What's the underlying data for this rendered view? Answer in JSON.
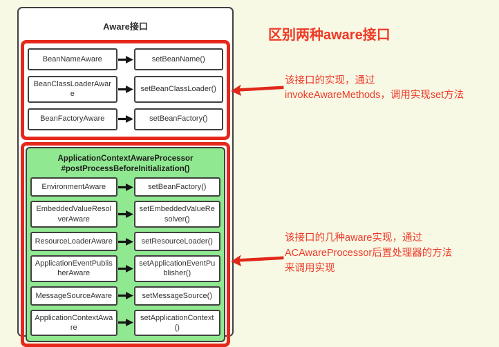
{
  "panel": {
    "title": "Aware接口"
  },
  "invoke_group": {
    "rows": [
      {
        "interface": "BeanNameAware",
        "method": "setBeanName()"
      },
      {
        "interface": "BeanClassLoaderAware",
        "method": "setBeanClassLoader()"
      },
      {
        "interface": "BeanFactoryAware",
        "method": "setBeanFactory()"
      }
    ]
  },
  "processor_group": {
    "title_line1": "ApplicationContextAwareProcessor",
    "title_line2": "#postProcessBeforeInitialization()",
    "rows": [
      {
        "interface": "EnvironmentAware",
        "method": "setBeanFactory()"
      },
      {
        "interface": "EmbeddedValueResolverAware",
        "method": "setEmbeddedValueResolver()"
      },
      {
        "interface": "ResourceLoaderAware",
        "method": "setResourceLoader()"
      },
      {
        "interface": "ApplicationEventPublisherAware",
        "method": "setApplicationEventPublisher()"
      },
      {
        "interface": "MessageSourceAware",
        "method": "setMessageSource()"
      },
      {
        "interface": "ApplicationContextAware",
        "method": "setApplicationContext()"
      }
    ]
  },
  "annotations": {
    "heading": "区别两种aware接口",
    "note1": {
      "line1": "该接口的实现，通过",
      "line2": "invokeAwareMethods，调用实现set方法"
    },
    "note2": {
      "line1": "该接口的几种aware实现，通过",
      "line2": "ACAwareProcessor后置处理器的方法",
      "line3": "来调用实现"
    }
  },
  "colors": {
    "page_bg": "#f7f9e5",
    "highlight_red": "#e5281b",
    "annotation_red": "#ef3a28",
    "processor_green": "#90e890",
    "box_border": "#404040"
  }
}
